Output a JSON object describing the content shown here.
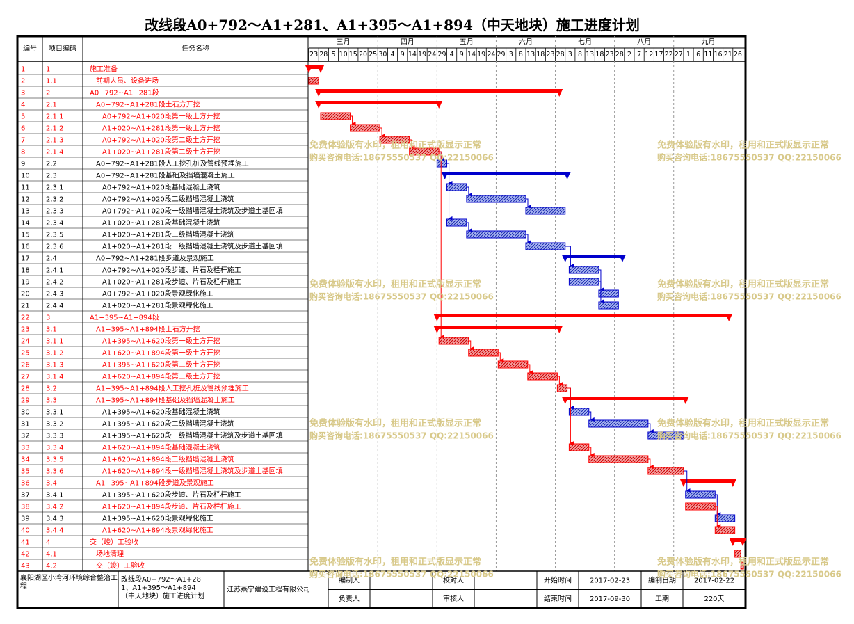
{
  "title": "改线段A0+792～A1+281、A1+395～A1+894（中天地块）施工进度计划",
  "colors": {
    "red": "#ff0000",
    "blue": "#0000cc",
    "red_text": "#ff0000",
    "black_text": "#000000",
    "grid": "#999999",
    "watermark": "#d8c98a"
  },
  "header": {
    "col_no": "编号",
    "col_code": "项目编码",
    "col_name": "任务名称"
  },
  "timeline": {
    "months": [
      "三月",
      "四月",
      "五月",
      "六月",
      "七月",
      "八月",
      "九月"
    ],
    "days": [
      "23",
      "28",
      "5",
      "10",
      "15",
      "20",
      "25",
      "30",
      "4",
      "9",
      "14",
      "19",
      "24",
      "29",
      "4",
      "9",
      "14",
      "19",
      "24",
      "29",
      "3",
      "8",
      "13",
      "18",
      "23",
      "28",
      "3",
      "8",
      "13",
      "18",
      "23",
      "28",
      "2",
      "7",
      "12",
      "17",
      "22",
      "27",
      "1",
      "6",
      "11",
      "16",
      "21",
      "26"
    ]
  },
  "chart_data": {
    "type": "gantt",
    "start": "2017-02-23",
    "end": "2017-09-30",
    "tasks": [
      {
        "id": "1",
        "code": "1",
        "name": "施工准备",
        "level": 0,
        "color": "red",
        "kind": "summary",
        "start": "2017-02-23",
        "end": "2017-02-28"
      },
      {
        "id": "2",
        "code": "1.1",
        "name": "前期人员、设备进场",
        "level": 1,
        "color": "red",
        "kind": "task",
        "start": "2017-02-23",
        "end": "2017-02-27"
      },
      {
        "id": "3",
        "code": "2",
        "name": "A0+792~A1+281段",
        "level": 0,
        "color": "red",
        "kind": "summary",
        "start": "2017-02-28",
        "end": "2017-06-29"
      },
      {
        "id": "4",
        "code": "2.1",
        "name": "A0+792~A1+281段土石方开挖",
        "level": 1,
        "color": "red",
        "kind": "summary",
        "start": "2017-02-28",
        "end": "2017-04-29"
      },
      {
        "id": "5",
        "code": "2.1.1",
        "name": "A0+792~A1+020段第一级土方开挖",
        "level": 2,
        "color": "red",
        "kind": "task",
        "start": "2017-03-01",
        "end": "2017-03-15"
      },
      {
        "id": "6",
        "code": "2.1.2",
        "name": "A1+020~A1+281段第一级土方开挖",
        "level": 2,
        "color": "red",
        "kind": "task",
        "start": "2017-03-16",
        "end": "2017-03-30"
      },
      {
        "id": "7",
        "code": "2.1.3",
        "name": "A0+792~A1+020段第二级土方开挖",
        "level": 2,
        "color": "red",
        "kind": "task",
        "start": "2017-03-31",
        "end": "2017-04-14"
      },
      {
        "id": "8",
        "code": "2.1.4",
        "name": "A1+020~A1+281段第二级土方开挖",
        "level": 2,
        "color": "red",
        "kind": "task",
        "start": "2017-04-15",
        "end": "2017-04-29"
      },
      {
        "id": "9",
        "code": "2.2",
        "name": "A0+792~A1+281段人工挖孔桩及管线预埋施工",
        "level": 1,
        "color": "blue",
        "kind": "task",
        "start": "2017-04-29",
        "end": "2017-05-03"
      },
      {
        "id": "10",
        "code": "2.3",
        "name": "A0+792~A1+281段基础及挡墙混凝土施工",
        "level": 1,
        "color": "blue",
        "kind": "summary",
        "start": "2017-05-03",
        "end": "2017-07-03"
      },
      {
        "id": "11",
        "code": "2.3.1",
        "name": "A0+792~A1+020段基础混凝土浇筑",
        "level": 2,
        "color": "blue",
        "kind": "task",
        "start": "2017-05-04",
        "end": "2017-05-13"
      },
      {
        "id": "12",
        "code": "2.3.2",
        "name": "A0+792~A1+020段二级挡墙混凝土浇筑",
        "level": 2,
        "color": "blue",
        "kind": "task",
        "start": "2017-05-14",
        "end": "2017-06-12"
      },
      {
        "id": "13",
        "code": "2.3.3",
        "name": "A0+792~A1+020段一级挡墙混凝土浇筑及步道土基回填",
        "level": 2,
        "color": "blue",
        "kind": "task",
        "start": "2017-06-13",
        "end": "2017-07-02"
      },
      {
        "id": "14",
        "code": "2.3.4",
        "name": "A1+020~A1+281段基础混凝土浇筑",
        "level": 2,
        "color": "blue",
        "kind": "task",
        "start": "2017-05-04",
        "end": "2017-05-13"
      },
      {
        "id": "15",
        "code": "2.3.5",
        "name": "A1+020~A1+281段二级挡墙混凝土浇筑",
        "level": 2,
        "color": "blue",
        "kind": "task",
        "start": "2017-05-14",
        "end": "2017-06-12"
      },
      {
        "id": "16",
        "code": "2.3.6",
        "name": "A1+020~A1+281段一级挡墙混凝土浇筑及步道土基回填",
        "level": 2,
        "color": "blue",
        "kind": "task",
        "start": "2017-06-13",
        "end": "2017-07-02"
      },
      {
        "id": "17",
        "code": "2.4",
        "name": "A0+792~A1+281段步道及景观施工",
        "level": 1,
        "color": "blue",
        "kind": "summary",
        "start": "2017-07-03",
        "end": "2017-07-31"
      },
      {
        "id": "18",
        "code": "2.4.1",
        "name": "A0+792~A1+020段步道、片石及栏杆施工",
        "level": 2,
        "color": "blue",
        "kind": "task",
        "start": "2017-07-05",
        "end": "2017-07-19"
      },
      {
        "id": "19",
        "code": "2.4.2",
        "name": "A1+020~A1+281段步道、片石及栏杆施工",
        "level": 2,
        "color": "blue",
        "kind": "task",
        "start": "2017-07-05",
        "end": "2017-07-19"
      },
      {
        "id": "20",
        "code": "2.4.3",
        "name": "A0+792~A1+020段景观绿化施工",
        "level": 2,
        "color": "blue",
        "kind": "task",
        "start": "2017-07-20",
        "end": "2017-07-29"
      },
      {
        "id": "21",
        "code": "2.4.4",
        "name": "A1+020~A1+281段景观绿化施工",
        "level": 2,
        "color": "blue",
        "kind": "task",
        "start": "2017-07-20",
        "end": "2017-07-29"
      },
      {
        "id": "22",
        "code": "3",
        "name": "A1+395~A1+894段",
        "level": 0,
        "color": "red",
        "kind": "summary",
        "start": "2017-04-29",
        "end": "2017-09-23"
      },
      {
        "id": "23",
        "code": "3.1",
        "name": "A1+395~A1+894段土石方开挖",
        "level": 1,
        "color": "red",
        "kind": "summary",
        "start": "2017-04-29",
        "end": "2017-06-29"
      },
      {
        "id": "24",
        "code": "3.1.1",
        "name": "A1+395~A1+620段第一级土方开挖",
        "level": 2,
        "color": "red",
        "kind": "task",
        "start": "2017-04-30",
        "end": "2017-05-14"
      },
      {
        "id": "25",
        "code": "3.1.2",
        "name": "A1+620~A1+894段第一级土方开挖",
        "level": 2,
        "color": "red",
        "kind": "task",
        "start": "2017-05-15",
        "end": "2017-05-29"
      },
      {
        "id": "26",
        "code": "3.1.3",
        "name": "A1+395~A1+620段第二级土方开挖",
        "level": 2,
        "color": "red",
        "kind": "task",
        "start": "2017-05-30",
        "end": "2017-06-13"
      },
      {
        "id": "27",
        "code": "3.1.4",
        "name": "A1+620~A1+894段第二级土方开挖",
        "level": 2,
        "color": "red",
        "kind": "task",
        "start": "2017-06-14",
        "end": "2017-06-28"
      },
      {
        "id": "28",
        "code": "3.2",
        "name": "A1+395~A1+894段人工挖孔桩及管线预埋施工",
        "level": 1,
        "color": "red",
        "kind": "task",
        "start": "2017-06-29",
        "end": "2017-07-03"
      },
      {
        "id": "29",
        "code": "3.3",
        "name": "A1+395~A1+894段基础及挡墙混凝土施工",
        "level": 1,
        "color": "red",
        "kind": "summary",
        "start": "2017-07-03",
        "end": "2017-09-01"
      },
      {
        "id": "30",
        "code": "3.3.1",
        "name": "A1+395~A1+620段基础混凝土浇筑",
        "level": 2,
        "color": "blue",
        "kind": "task",
        "start": "2017-07-05",
        "end": "2017-07-14"
      },
      {
        "id": "31",
        "code": "3.3.2",
        "name": "A1+395~A1+620段二级挡墙混凝土浇筑",
        "level": 2,
        "color": "blue",
        "kind": "task",
        "start": "2017-07-15",
        "end": "2017-08-13"
      },
      {
        "id": "32",
        "code": "3.3.3",
        "name": "A1+395~A1+620段一级挡墙混凝土浇筑及步道土基回填",
        "level": 2,
        "color": "blue",
        "kind": "task",
        "start": "2017-08-14",
        "end": "2017-08-31"
      },
      {
        "id": "33",
        "code": "3.3.4",
        "name": "A1+620~A1+894段基础混凝土浇筑",
        "level": 2,
        "color": "red",
        "kind": "task",
        "start": "2017-07-05",
        "end": "2017-07-14"
      },
      {
        "id": "34",
        "code": "3.3.5",
        "name": "A1+620~A1+894段二级挡墙混凝土浇筑",
        "level": 2,
        "color": "red",
        "kind": "task",
        "start": "2017-07-15",
        "end": "2017-08-13"
      },
      {
        "id": "35",
        "code": "3.3.6",
        "name": "A1+620~A1+894段一级挡墙混凝土浇筑及步道土基回填",
        "level": 2,
        "color": "red",
        "kind": "task",
        "start": "2017-08-14",
        "end": "2017-08-31"
      },
      {
        "id": "36",
        "code": "3.4",
        "name": "A1+395~A1+894段步道及景观施工",
        "level": 1,
        "color": "red",
        "kind": "summary",
        "start": "2017-09-01",
        "end": "2017-09-25"
      },
      {
        "id": "37",
        "code": "3.4.1",
        "name": "A1+395~A1+620段步道、片石及栏杆施工",
        "level": 2,
        "color": "blue",
        "kind": "task",
        "start": "2017-09-02",
        "end": "2017-09-16"
      },
      {
        "id": "38",
        "code": "3.4.2",
        "name": "A1+620~A1+894段步道、片石及栏杆施工",
        "level": 2,
        "color": "red",
        "kind": "task",
        "start": "2017-09-02",
        "end": "2017-09-16"
      },
      {
        "id": "39",
        "code": "3.4.3",
        "name": "A1+395~A1+620段景观绿化施工",
        "level": 2,
        "color": "blue",
        "kind": "task",
        "start": "2017-09-17",
        "end": "2017-09-26"
      },
      {
        "id": "40",
        "code": "3.4.4",
        "name": "A1+620~A1+894段景观绿化施工",
        "level": 2,
        "color": "red",
        "kind": "task",
        "start": "2017-09-17",
        "end": "2017-09-26"
      },
      {
        "id": "41",
        "code": "4",
        "name": "交（竣）工验收",
        "level": 0,
        "color": "red",
        "kind": "summary",
        "start": "2017-09-26",
        "end": "2017-09-30"
      },
      {
        "id": "42",
        "code": "4.1",
        "name": "场地清理",
        "level": 1,
        "color": "red",
        "kind": "task",
        "start": "2017-09-27",
        "end": "2017-09-29"
      },
      {
        "id": "43",
        "code": "4.2",
        "name": "交（竣）工验收",
        "level": 1,
        "color": "red",
        "kind": "task",
        "start": "2017-09-30",
        "end": "2017-09-30"
      }
    ],
    "links": [
      [
        "5",
        "6"
      ],
      [
        "6",
        "7"
      ],
      [
        "7",
        "8"
      ],
      [
        "8",
        "9"
      ],
      [
        "9",
        "11"
      ],
      [
        "11",
        "12"
      ],
      [
        "12",
        "13"
      ],
      [
        "9",
        "14"
      ],
      [
        "14",
        "15"
      ],
      [
        "15",
        "16"
      ],
      [
        "16",
        "18"
      ],
      [
        "18",
        "20"
      ],
      [
        "19",
        "21"
      ],
      [
        "8",
        "24"
      ],
      [
        "24",
        "25"
      ],
      [
        "25",
        "26"
      ],
      [
        "26",
        "27"
      ],
      [
        "27",
        "28"
      ],
      [
        "28",
        "30"
      ],
      [
        "30",
        "31"
      ],
      [
        "31",
        "32"
      ],
      [
        "28",
        "33"
      ],
      [
        "33",
        "34"
      ],
      [
        "34",
        "35"
      ],
      [
        "35",
        "37"
      ],
      [
        "37",
        "39"
      ],
      [
        "38",
        "40"
      ]
    ]
  },
  "watermark": {
    "line1": "免费体验版有水印，租用和正式版显示正常",
    "line2": "购买咨询电话:18675550537 QQ:22150066"
  },
  "footer": {
    "project": "襄阳湖区小湾河环境综合整治工程",
    "plan_title": "改线段A0+792～A1+281、A1+395～A1+894（中天地块）施工进度计划",
    "company": "江苏燕宁建设工程有限公司",
    "compiler_label": "编制人",
    "checker_label": "校对人",
    "owner_label": "负责人",
    "reviewer_label": "审核人",
    "start_label": "开始时间",
    "start_value": "2017-02-23",
    "date_label": "编制日期",
    "date_value": "2017-02-22",
    "end_label": "结束时间",
    "end_value": "2017-09-30",
    "duration_label": "工期",
    "duration_value": "220天"
  }
}
